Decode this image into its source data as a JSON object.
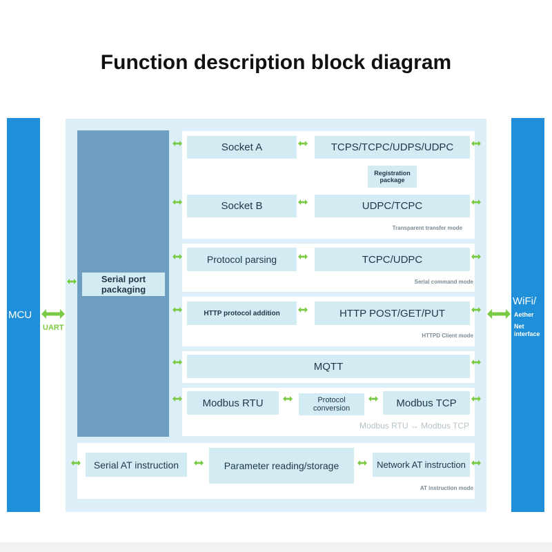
{
  "title": "Function description block diagram",
  "left_bar": {
    "label": "MCU",
    "link_label": "UART"
  },
  "right_bar": {
    "label": "WiFi/",
    "sub1": "Aether",
    "sub2": "Net",
    "sub3": "interface"
  },
  "serial_packaging": "Serial port packaging",
  "sections": {
    "transparent": {
      "socket_a": "Socket A",
      "tcps": "TCPS/TCPC/UDPS/UDPC",
      "registration": "Registration package",
      "socket_b": "Socket B",
      "udpc_tcpc": "UDPC/TCPC",
      "mode": "Transparent transfer mode"
    },
    "serial_command": {
      "protocol_parsing": "Protocol parsing",
      "tcpc_udpc": "TCPC/UDPC",
      "mode": "Serial command mode"
    },
    "httpd": {
      "protocol_addition": "HTTP protocol addition",
      "methods": "HTTP POST/GET/PUT",
      "mode": "HTTPD Client mode"
    },
    "mqtt": {
      "label": "MQTT"
    },
    "modbus": {
      "rtu": "Modbus RTU",
      "conversion": "Protocol conversion",
      "tcp": "Modbus TCP",
      "mode": "Modbus RTU ↔ Modbus TCP"
    },
    "at": {
      "serial_at": "Serial AT instruction",
      "parameter": "Parameter reading/storage",
      "network_at": "Network AT instruction",
      "mode": "AT instruction mode"
    }
  },
  "colors": {
    "bar": "#1e8fd8",
    "outer": "#dceef7",
    "box": "#d3ecf4",
    "serial": "#6f9ec3",
    "arrow": "#7ac943"
  }
}
